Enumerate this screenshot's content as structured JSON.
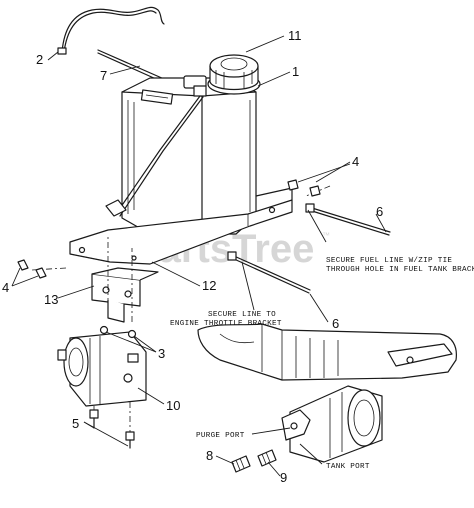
{
  "watermark": {
    "text": "PartsTree",
    "trademark": "™"
  },
  "callouts": {
    "c1": "1",
    "c2": "2",
    "c3": "3",
    "c4a": "4",
    "c4b": "4",
    "c5": "5",
    "c6a": "6",
    "c6b": "6",
    "c7": "7",
    "c8": "8",
    "c9": "9",
    "c10": "10",
    "c11": "11",
    "c12": "12",
    "c13": "13"
  },
  "notes": {
    "zip_tie_1": "SECURE FUEL LINE W/ZIP TIE",
    "zip_tie_2": "THROUGH HOLE IN FUEL TANK BRACKET",
    "throttle_1": "SECURE LINE TO",
    "throttle_2": "ENGINE THROTTLE BRACKET",
    "purge_port": "PURGE PORT",
    "tank_port": "TANK PORT"
  }
}
